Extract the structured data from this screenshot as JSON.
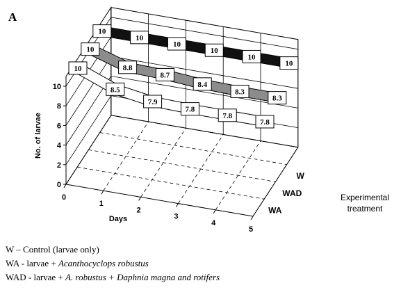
{
  "panel_label": "A",
  "legend_lines": [
    {
      "code": "W",
      "sep": " – ",
      "text_plain": "Control (larvae only)",
      "text_italic": "",
      "text_tail": ""
    },
    {
      "code": "WA",
      "sep": " - ",
      "text_plain": "larvae + ",
      "text_italic": "Acanthocyclops robustus",
      "text_tail": ""
    },
    {
      "code": "WAD",
      "sep": " - ",
      "text_plain": "larvae + ",
      "text_italic": "A. robustus  + Daphnia magna and rotifers",
      "text_tail": ""
    }
  ],
  "chart_data": {
    "type": "3d-ribbon-line",
    "title": "",
    "xlabel": "Days",
    "ylabel": "No. of larvae",
    "zlabel": "Experimental treatment",
    "x": [
      0,
      1,
      2,
      3,
      4,
      5
    ],
    "x_ticks": [
      "0",
      "1",
      "2",
      "3",
      "4",
      "5"
    ],
    "y_ticks": [
      "0",
      "2",
      "4",
      "6",
      "8",
      "10"
    ],
    "ylim": [
      0,
      11
    ],
    "treatments": [
      "WA",
      "WAD",
      "W"
    ],
    "series": [
      {
        "name": "WA",
        "values": [
          10,
          8.5,
          7.9,
          7.8,
          7.8,
          7.8
        ],
        "labels": [
          "10",
          "8.5",
          "7.9",
          "7.8",
          "7.8",
          "7.8"
        ],
        "color": "#ffffff"
      },
      {
        "name": "WAD",
        "values": [
          10,
          8.8,
          8.7,
          8.4,
          8.3,
          8.3
        ],
        "labels": [
          "10",
          "8.8",
          "8.7",
          "8.4",
          "8.3",
          "8.3"
        ],
        "color": "#8c8c8c"
      },
      {
        "name": "W",
        "values": [
          10,
          10,
          10,
          10,
          10,
          10
        ],
        "labels": [
          "10",
          "10",
          "10",
          "10",
          "10",
          "10"
        ],
        "color": "#111111"
      }
    ],
    "grid": true
  }
}
